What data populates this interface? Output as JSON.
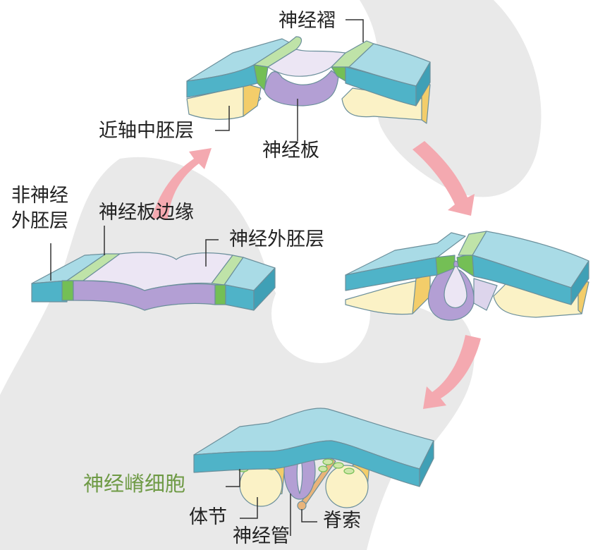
{
  "title": "神经管形成过程",
  "colors": {
    "background_blob": "#e9e9e9",
    "ectoderm": "#8ecfdc",
    "ectoderm_side": "#4fb3c8",
    "neural_plate_border": "#a8d98c",
    "neural_plate_border_side": "#74bf55",
    "neural_plate": "#e6e0f0",
    "neural_plate_side": "#b39fd4",
    "mesoderm": "#fbf2c6",
    "mesoderm_side": "#f3cd6a",
    "arrow": "#f4a9b0",
    "neural_crest_text": "#6e9a45",
    "notochord": "#e9b47a"
  },
  "stages": [
    {
      "name": "stage-1-neural-plate",
      "labels": {
        "non_neural_ectoderm_line1": "非神经",
        "non_neural_ectoderm_line2": "外胚层",
        "neural_plate_border": "神经板边缘",
        "neural_ectoderm": "神经外胚层"
      }
    },
    {
      "name": "stage-2-neural-folds",
      "labels": {
        "neural_fold": "神经褶",
        "paraxial_mesoderm": "近轴中胚层",
        "neural_plate": "神经板"
      }
    },
    {
      "name": "stage-3-neural-groove-closing",
      "labels": {}
    },
    {
      "name": "stage-4-neural-tube",
      "labels": {
        "neural_crest_cells": "神经嵴细胞",
        "somite": "体节",
        "neural_tube": "神经管",
        "notochord": "脊索"
      }
    }
  ],
  "arrows": [
    "stage1-to-stage2",
    "stage2-to-stage3",
    "stage3-to-stage4"
  ]
}
